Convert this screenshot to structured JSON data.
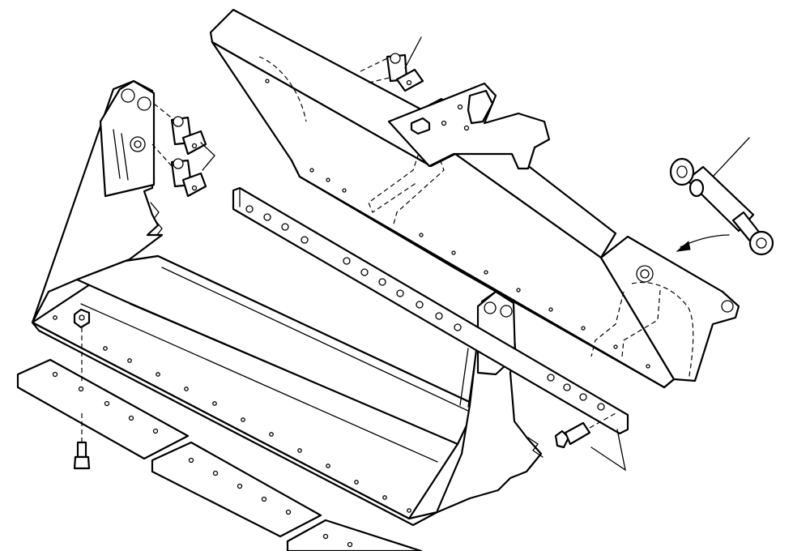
{
  "diagram": {
    "parts": [
      {
        "id": "bucket-body",
        "name": "bucket-body"
      },
      {
        "id": "rear-frame",
        "name": "rear-frame"
      },
      {
        "id": "mounting-bracket",
        "name": "mounting-bracket"
      },
      {
        "id": "hydraulic-cylinder",
        "name": "hydraulic-cylinder"
      },
      {
        "id": "cutting-edge-strip",
        "name": "cutting-edge-strip"
      },
      {
        "id": "cutting-edge-segment",
        "name": "cutting-edge-segment"
      },
      {
        "id": "pivot-pin",
        "name": "pivot-pin"
      },
      {
        "id": "bolt",
        "name": "bolt"
      }
    ]
  }
}
